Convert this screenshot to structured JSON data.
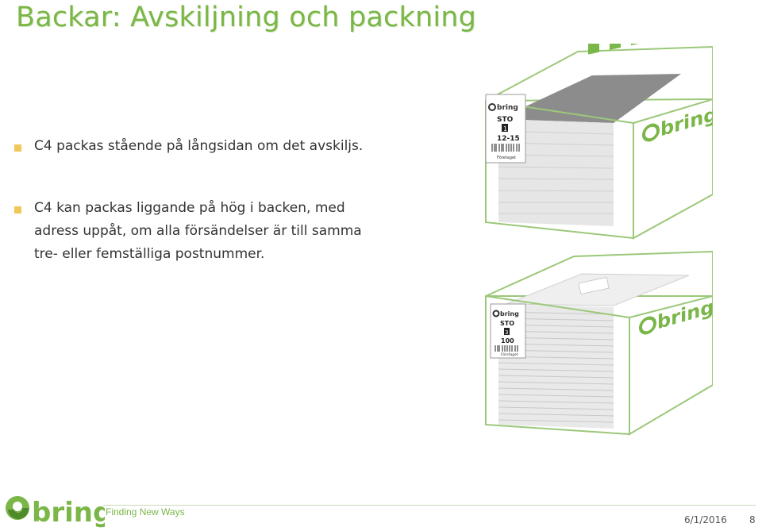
{
  "slide": {
    "title": "Backar: Avskiljning och packning",
    "bullets": [
      {
        "text": "C4 packas stående på långsidan om det avskiljs."
      },
      {
        "text": "C4 kan packas liggande på hög i backen, med\nadress uppåt, om alla försändelser är till samma\ntre- eller femställiga postnummer."
      }
    ]
  },
  "figure": {
    "box_logo_text": "bring",
    "top_label": {
      "brand": "bring",
      "destination": "STO",
      "code": "1",
      "range": "12-15",
      "footer": "Företaget"
    },
    "bottom_label": {
      "brand": "bring",
      "destination": "STO",
      "code": "3",
      "range": "100",
      "footer": "Företaget"
    }
  },
  "footer": {
    "logo_text": "bring",
    "tagline": "Finding New Ways",
    "date": "6/1/2016",
    "page_number": "8"
  },
  "colors": {
    "brand_green": "#7ab648",
    "bullet": "#f2c75a"
  }
}
